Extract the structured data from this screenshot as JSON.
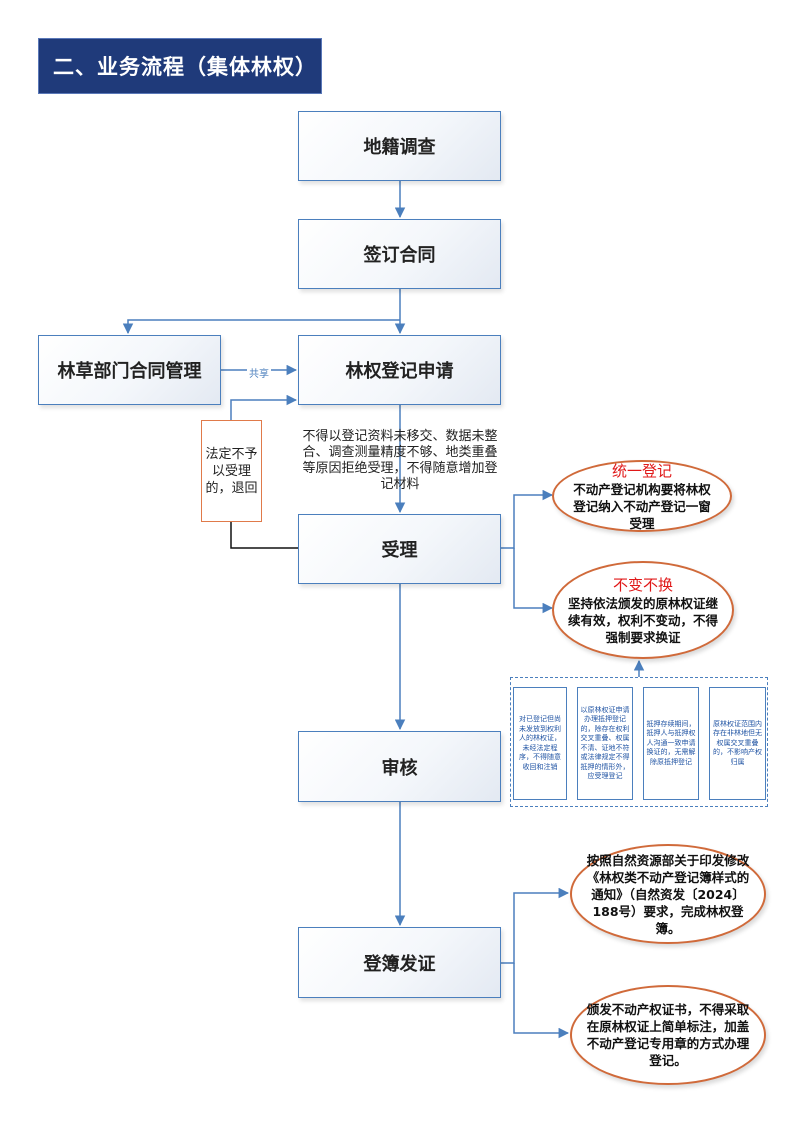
{
  "title": "二、业务流程（集体林权）",
  "steps": {
    "survey": "地籍调查",
    "contract": "签订合同",
    "forestry_dept": "林草部门合同管理",
    "application": "林权登记申请",
    "acceptance": "受理",
    "review": "审核",
    "registration": "登簿发证"
  },
  "labels": {
    "share": "共享",
    "reject": "法定不予以受理的，退回",
    "acceptance_note": "不得以登记资料未移交、数据未整合、调查测量精度不够、地类重叠等原因拒绝受理，不得随意增加登记材料"
  },
  "callouts": {
    "unified": {
      "title": "统一登记",
      "body": "不动产登记机构要将林权登记纳入不动产登记一窗受理"
    },
    "unchanged": {
      "title": "不变不换",
      "body": "坚持依法颁发的原林权证继续有效，权利不变动，不得强制要求换证"
    },
    "registry": {
      "body": "按照自然资源部关于印发修改《林权类不动产登记簿样式的通知》（自然资发〔2024〕188号）要求，完成林权登簿。"
    },
    "certificate": {
      "body": "颁发不动产权证书，不得采取在原林权证上简单标注，加盖不动产登记专用章的方式办理登记。"
    }
  },
  "review_notes": [
    "对已登记但尚未发放到权利人的林权证，未经法定程序，不得随意收回和注销",
    "以原林权证申请办理抵押登记的，除存在权利交叉重叠、权属不清、证地不符或法律规定不得抵押的情形外，应受理登记",
    "抵押存续期间，抵押人与抵押权人沟通一致申请换证的，无需解除原抵押登记",
    "原林权证范围内存在非林地但无权属交叉重叠的，不影响产权归属"
  ],
  "colors": {
    "title_bg": "#1f3a7a",
    "box_border": "#4b7fbd",
    "callout_border": "#d06a3a",
    "callout_title": "#e01818"
  }
}
